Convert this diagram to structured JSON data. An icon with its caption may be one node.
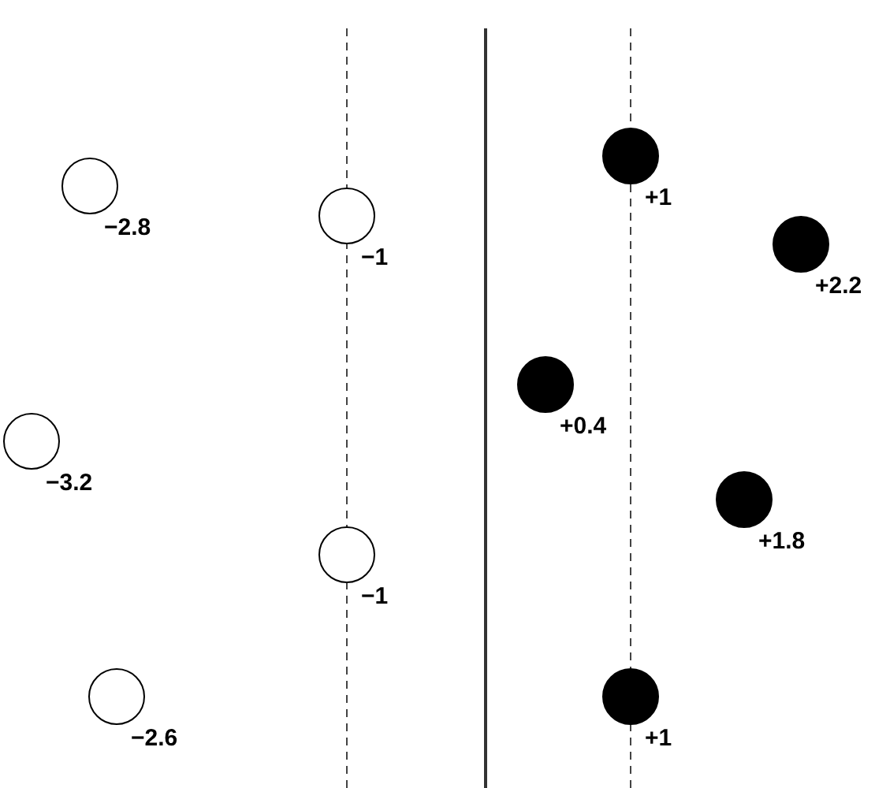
{
  "diagram": {
    "nodes": [
      {
        "text": [],
        "shape": "circle",
        "beside": [
          "+1"
        ]
      },
      {
        "text": [],
        "shape": "circle",
        "beside": [
          "−2.8"
        ]
      },
      {
        "text": [],
        "shape": "circle",
        "beside": [
          "−1"
        ]
      },
      {
        "text": [],
        "shape": "circle",
        "beside": [
          "+2.2"
        ]
      },
      {
        "text": [],
        "shape": "circle",
        "beside": [
          "+0.4"
        ]
      },
      {
        "text": [],
        "shape": "circle",
        "beside": [
          "−3.2"
        ]
      },
      {
        "text": [],
        "shape": "circle",
        "beside": [
          "+1.8"
        ]
      },
      {
        "text": [],
        "shape": "circle",
        "beside": [
          "−1"
        ]
      },
      {
        "text": [],
        "shape": "circle",
        "beside": [
          "−2.6"
        ]
      },
      {
        "text": [],
        "shape": "circle",
        "beside": [
          "+1"
        ]
      }
    ]
  }
}
